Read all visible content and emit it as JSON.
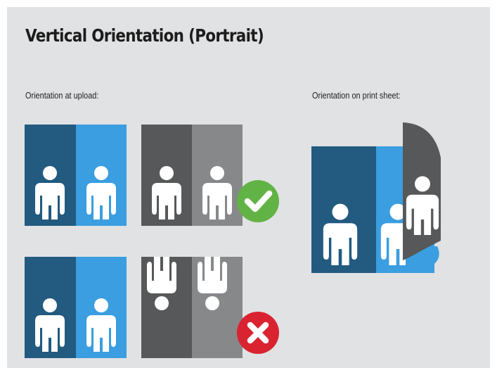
{
  "title": "Vertical Orientation (Portrait)",
  "labels": {
    "upload": "Orientation at upload:",
    "print": "Orientation on print sheet:"
  },
  "colors": {
    "background": "#e1e2e4",
    "dark_blue": "#225a80",
    "light_blue": "#3a9ee0",
    "dark_gray": "#575859",
    "light_gray": "#86888a",
    "check_green": "#62b345",
    "cross_red": "#d92331",
    "figure": "#ffffff"
  },
  "examples": [
    {
      "row": "top",
      "reference": "blue upright figures",
      "upload": "gray upright figures",
      "result": "check-icon"
    },
    {
      "row": "bottom",
      "reference": "blue upright figures",
      "upload": "gray inverted figures",
      "result": "cross-icon"
    }
  ]
}
